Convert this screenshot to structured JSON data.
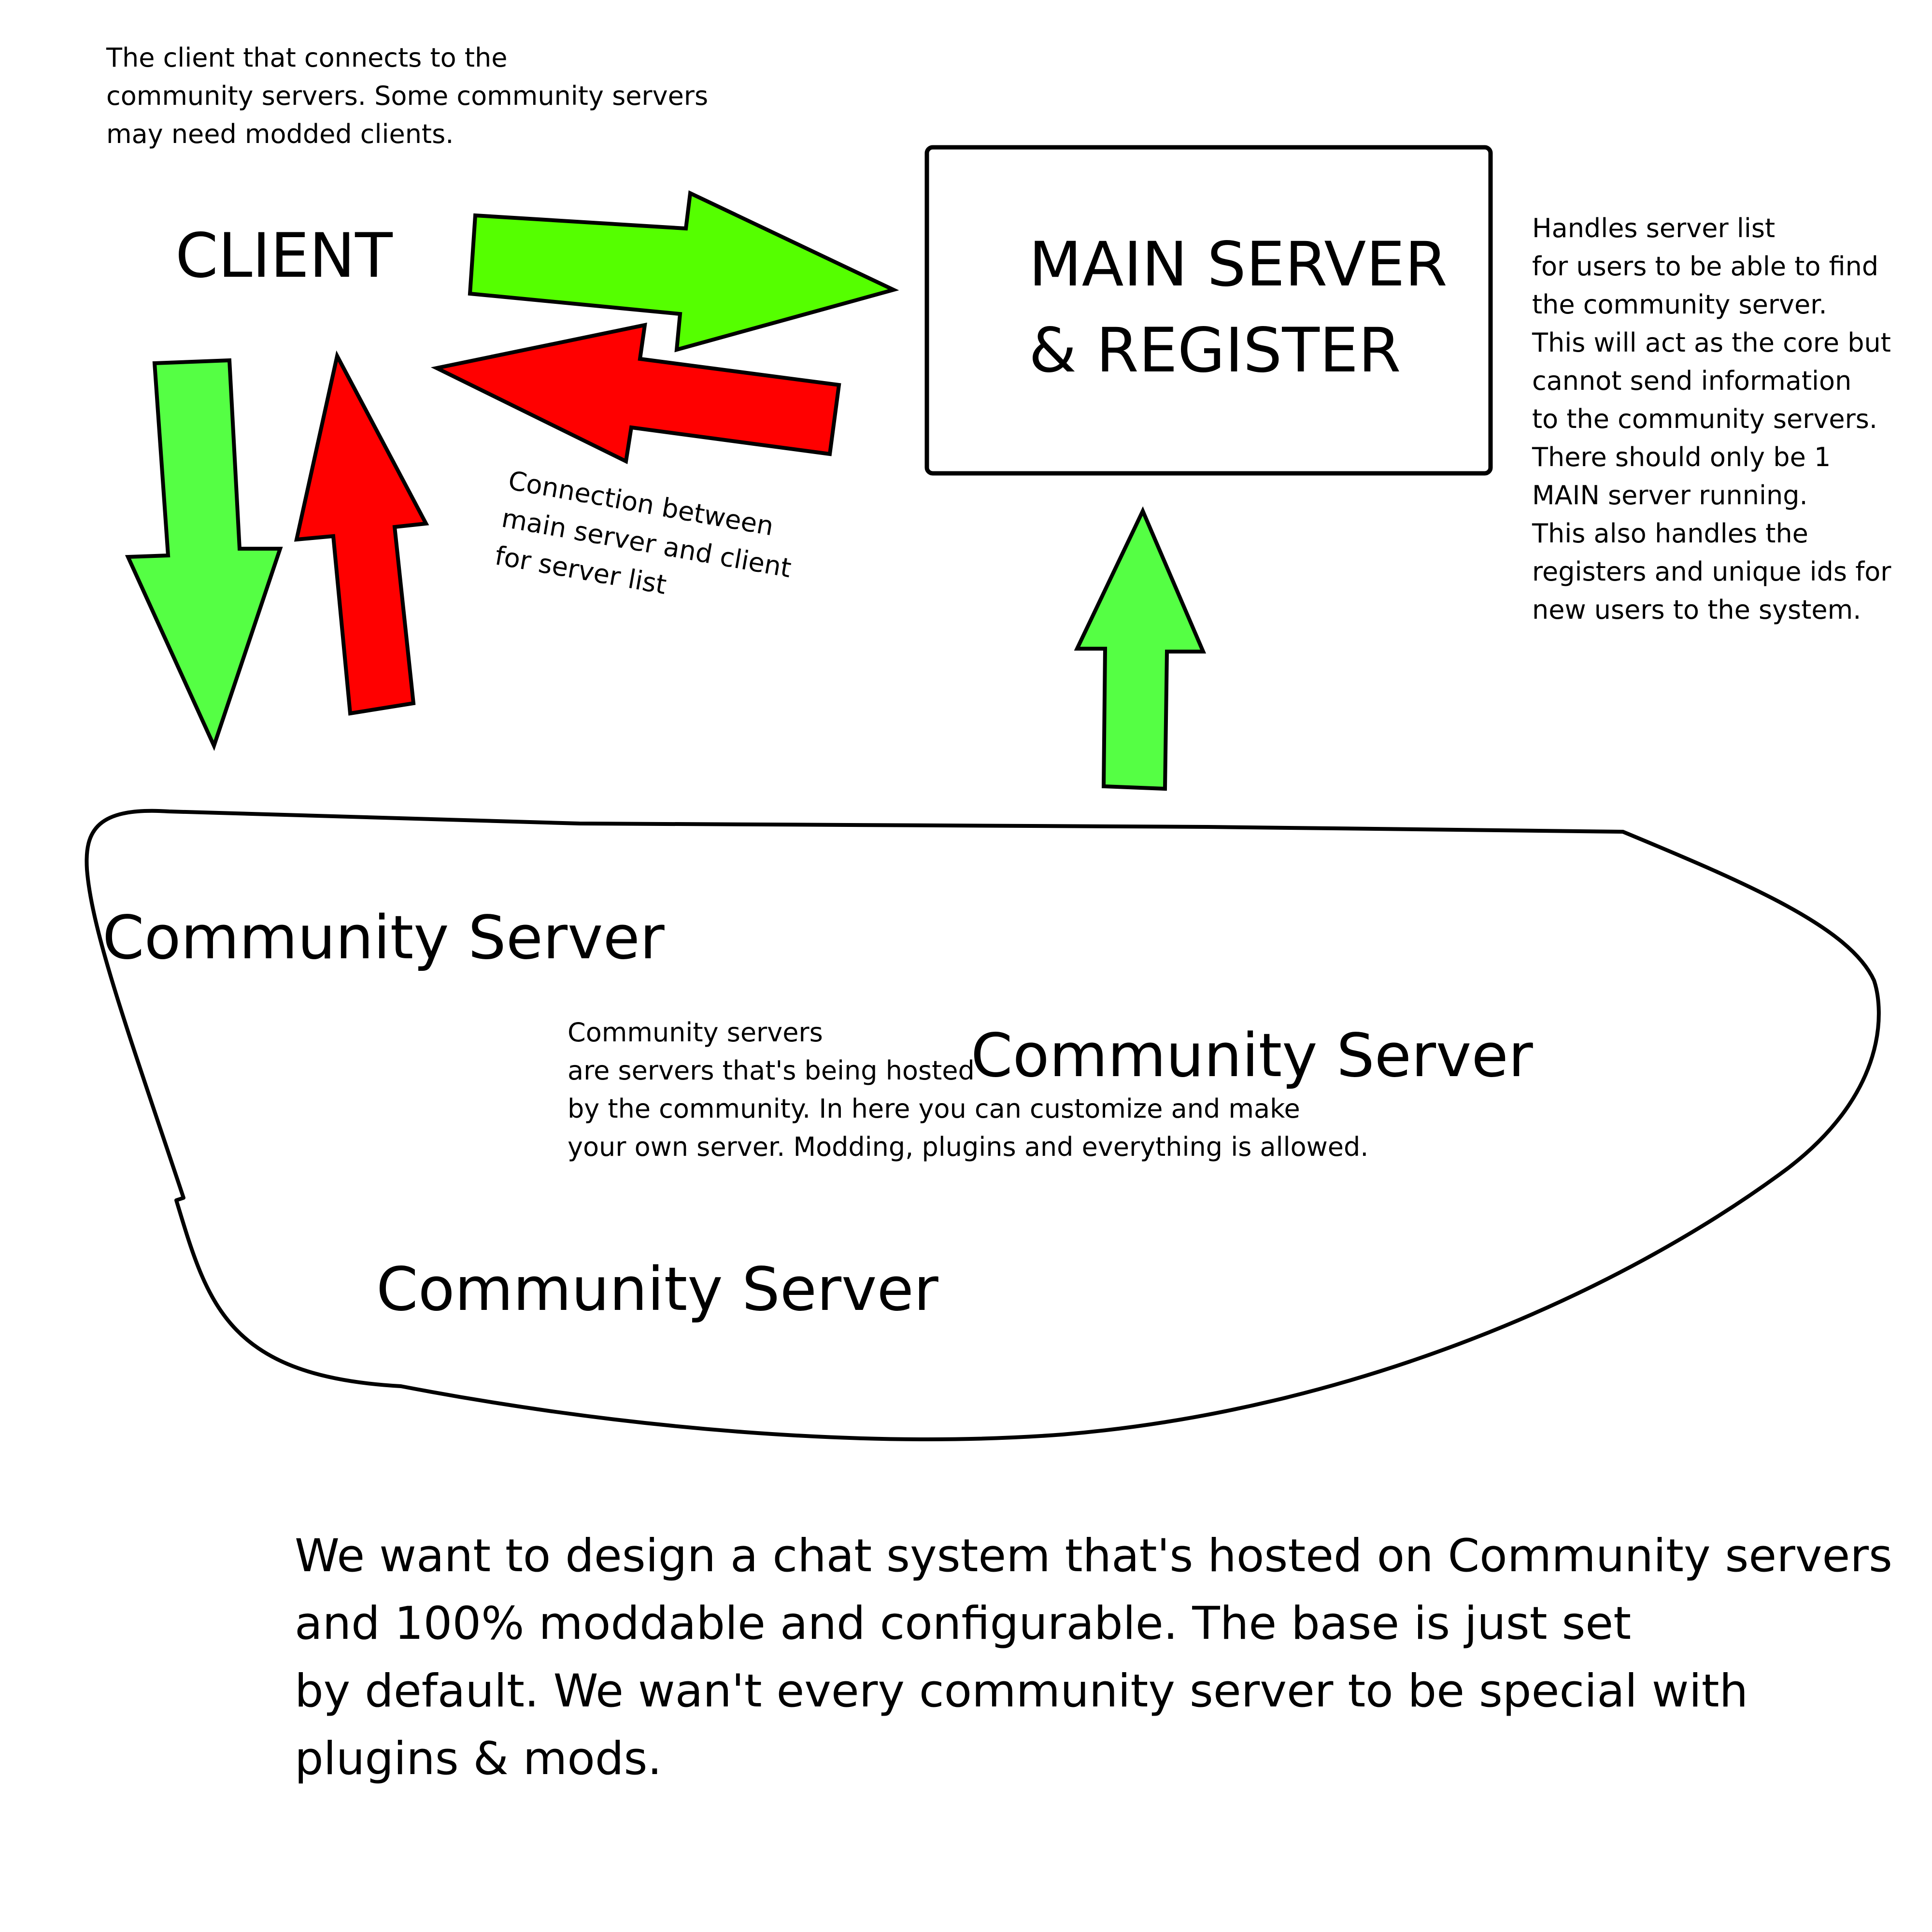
{
  "client": {
    "description": [
      "The client that connects to the",
      "community servers. Some community servers",
      "may need modded clients."
    ],
    "label": "CLIENT"
  },
  "main_server": {
    "label": [
      "MAIN SERVER",
      "& REGISTER"
    ],
    "description": [
      "Handles server list",
      "for users to be able to find",
      "the community server.",
      "This will act as the core but",
      "cannot send information",
      "to the community servers.",
      "There should only be 1",
      "MAIN server running.",
      "This also handles the",
      "registers and unique ids for",
      "new users to the system."
    ]
  },
  "connection_note": [
    "Connection between",
    "main server and client",
    "for server list"
  ],
  "community": {
    "labels": [
      "Community Server",
      "Community Server",
      "Community Server"
    ],
    "description": [
      "Community servers",
      "are servers that's being hosted",
      "by the community. In here you can customize and make",
      "your own server. Modding, plugins and everything is allowed."
    ]
  },
  "summary": [
    "We want to design a chat system that's hosted on Community servers",
    "and 100% moddable and configurable. The base is just set",
    "by default. We wan't every community server to be special with",
    "plugins & mods."
  ],
  "colors": {
    "green_bright": "#55ff00",
    "green_light": "#55ff44",
    "red": "#ff0000",
    "outline": "#000000"
  }
}
